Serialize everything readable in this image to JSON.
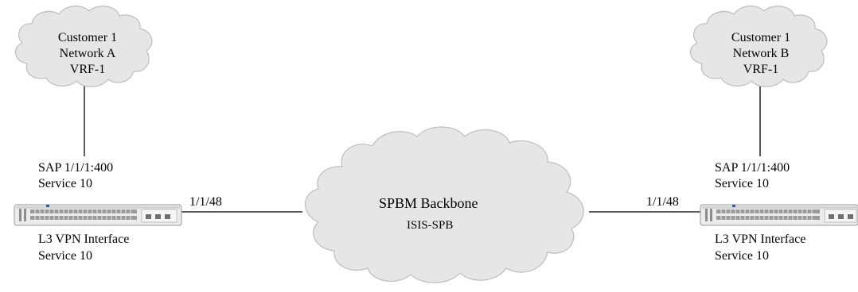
{
  "cloud_a": {
    "line1": "Customer 1",
    "line2": "Network A",
    "line3": "VRF-1"
  },
  "cloud_b": {
    "line1": "Customer 1",
    "line2": "Network B",
    "line3": "VRF-1"
  },
  "backbone": {
    "title": "SPBM Backbone",
    "subtitle": "ISIS-SPB"
  },
  "left_switch": {
    "sap_label": "SAP 1/1/1:400",
    "sap_service": "Service 10",
    "port": "1/1/48",
    "l3_label": "L3 VPN Interface",
    "l3_service": "Service 10"
  },
  "right_switch": {
    "sap_label": "SAP 1/1/1:400",
    "sap_service": "Service 10",
    "port": "1/1/48",
    "l3_label": "L3 VPN Interface",
    "l3_service": "Service 10"
  },
  "colors": {
    "cloud_fill": "#e6e6e6",
    "cloud_stroke": "#b9b9b9",
    "line": "#000000",
    "switch_body": "#e9e9e9"
  }
}
